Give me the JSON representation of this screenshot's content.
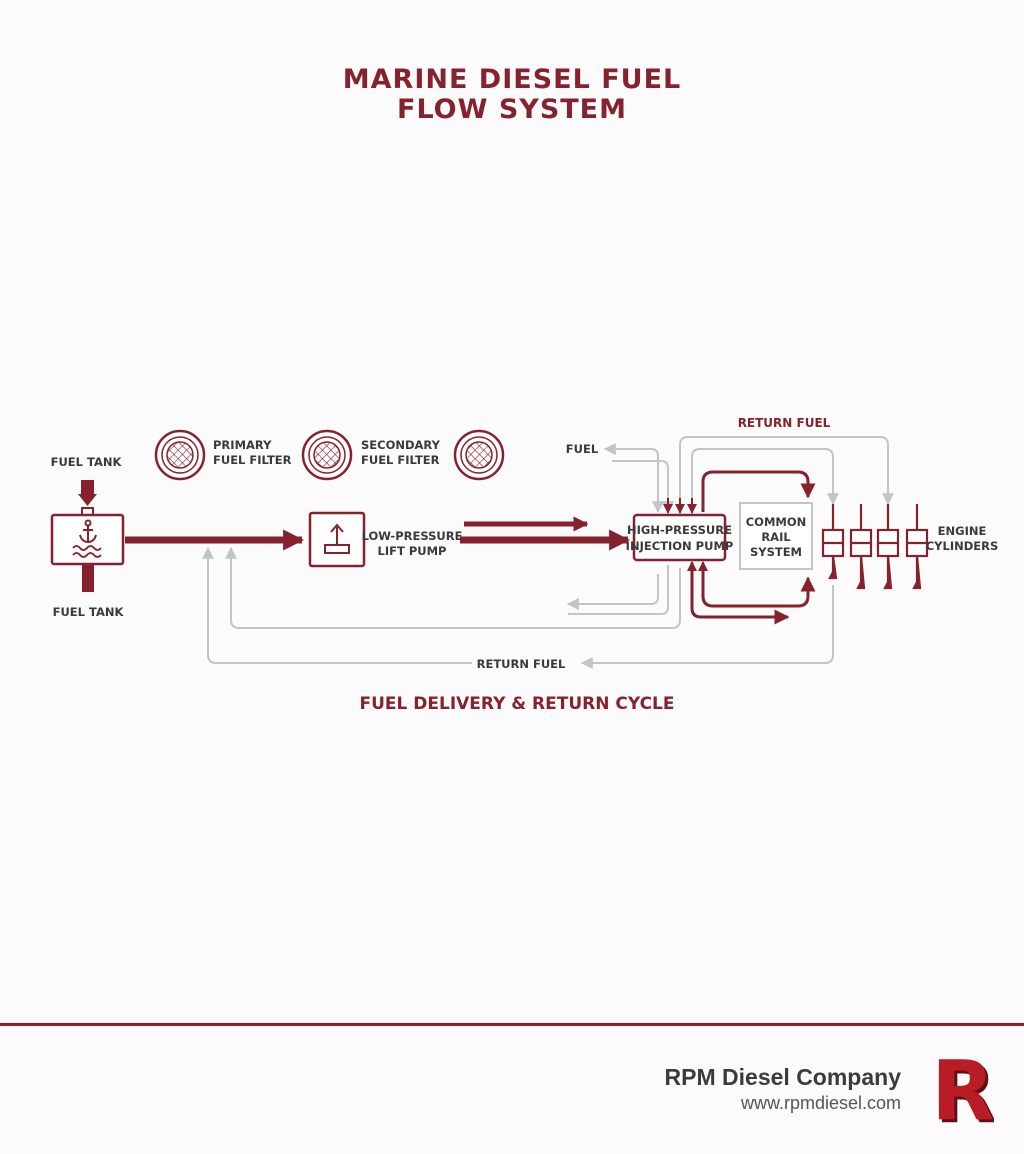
{
  "title": {
    "line1": "MARINE DIESEL FUEL",
    "line2": "FLOW SYSTEM"
  },
  "labels": {
    "fuel_tank_top": "FUEL TANK",
    "fuel_tank_bottom": "FUEL TANK",
    "primary_filter": [
      "PRIMARY",
      "FUEL FILTER"
    ],
    "secondary_filter": [
      "SECONDARY",
      "FUEL FILTER"
    ],
    "lift_pump": [
      "LOW-PRESSURE",
      "LIFT PUMP"
    ],
    "injection_pump": [
      "HIGH-PRESSURE",
      "INJECTION PUMP"
    ],
    "common_rail": [
      "COMMON",
      "RAIL",
      "SYSTEM"
    ],
    "engine_cylinders": [
      "ENGINE",
      "CYLINDERS"
    ],
    "fuel": "FUEL",
    "return_fuel_top": "RETURN FUEL",
    "return_fuel_bottom": "RETURN FUEL"
  },
  "cycle_caption": "FUEL DELIVERY & RETURN CYCLE",
  "footer": {
    "company": "RPM Diesel Company",
    "url": "www.rpmdiesel.com",
    "logo_letter": "R"
  },
  "colors": {
    "accent": "#85222e",
    "return_line": "#c4c4c4",
    "text": "#3a3a3a",
    "background": "#fbfbfb"
  },
  "icons": [
    "anchor-icon",
    "waves-icon",
    "fuel-filter-icon",
    "upload-arrow-icon",
    "fuel-injector-icon",
    "rpm-logo-icon"
  ]
}
